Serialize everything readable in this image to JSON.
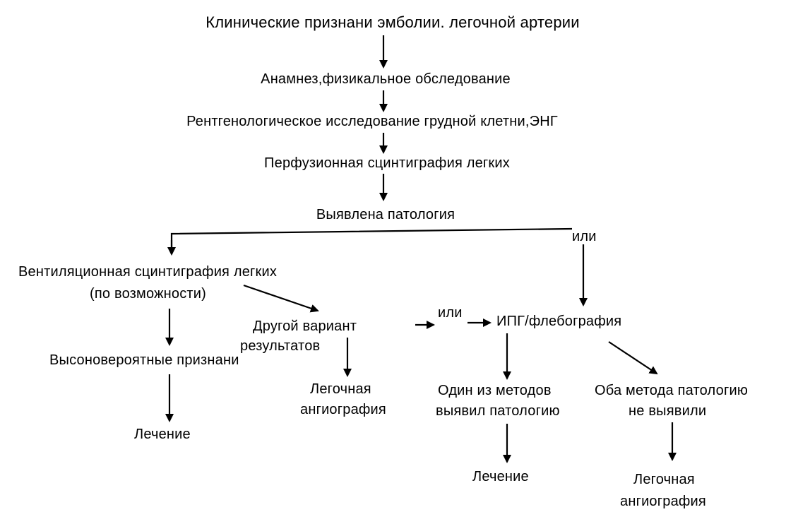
{
  "nodes": {
    "clinical_signs": "Клинические признани эмболии. легочной артерии",
    "anamnesis": "Анамнез,физикальное обследование",
    "xray_ecg": "Рентгенологическое  исследование грудной клетни,ЭНГ",
    "perfusion": "Перфузионная сцинтиграфия легких",
    "pathology_found": "Выявлена патология",
    "ventilation_line1": "Вентиляционная сцинтиграфия легких",
    "ventilation_line2": "(по возможности)",
    "other_variant_line1": "Другой вариант",
    "other_variant_line2": "результатов",
    "ipg": "ИПГ/флебография",
    "high_prob": "Высоновероятные признани",
    "treatment_left": "Лечение",
    "angio_mid_line1": "Легочная",
    "angio_mid_line2": "ангиография",
    "one_method_line1": "Один из методов",
    "one_method_line2": "выявил патологию",
    "both_methods_line1": "Оба метода патологию",
    "both_methods_line2": "не выявили",
    "treatment_right": "Лечение",
    "angio_right_line1": "Легочная",
    "angio_right_line2": "ангиография"
  },
  "connectors": {
    "or_top": "или",
    "or_middle": "или"
  }
}
